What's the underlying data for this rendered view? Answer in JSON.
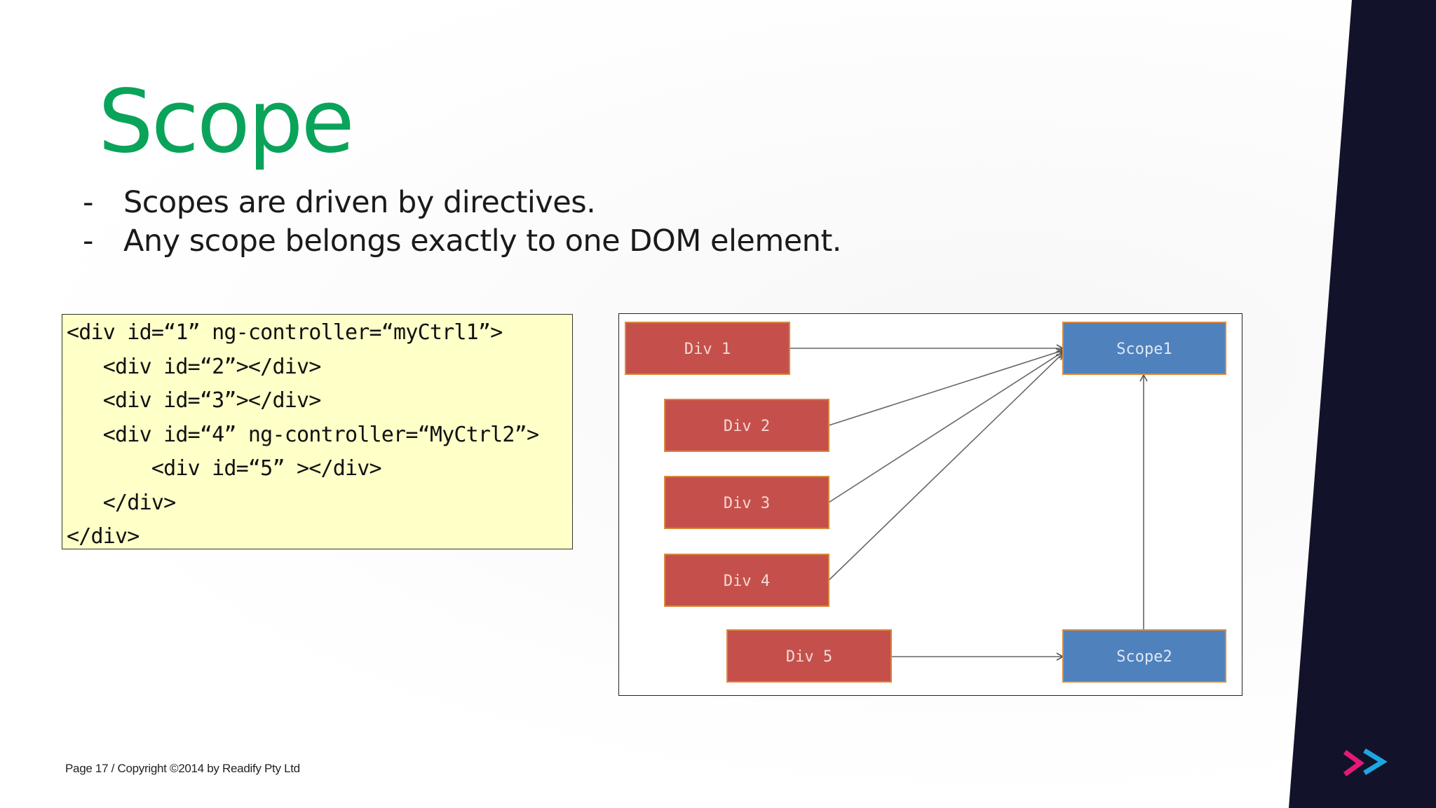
{
  "slide": {
    "title": "Scope",
    "bullets": [
      {
        "dash": "-",
        "text": "Scopes are driven by directives."
      },
      {
        "dash": "-",
        "text": "Any scope belongs exactly to one DOM element."
      }
    ],
    "code_lines": [
      "<div id=“1” ng-controller=“myCtrl1”>",
      "   <div id=“2”></div>",
      "   <div id=“3”></div>",
      "   <div id=“4” ng-controller=“MyCtrl2”>",
      "       <div id=“5” ></div>",
      "   </div>",
      "</div>"
    ],
    "footer": "Page  17  / Copyright ©2014 by Readify Pty Ltd"
  },
  "diagram": {
    "divs": [
      "Div 1",
      "Div 2",
      "Div 3",
      "Div 4",
      "Div 5"
    ],
    "scopes": [
      "Scope1",
      "Scope2"
    ],
    "colors": {
      "div": "#c5504b",
      "scope": "#4f81bd",
      "box_border": "#d88a3c",
      "arrow": "#555555",
      "title": "#0aa35a",
      "band": "#12132a"
    }
  }
}
